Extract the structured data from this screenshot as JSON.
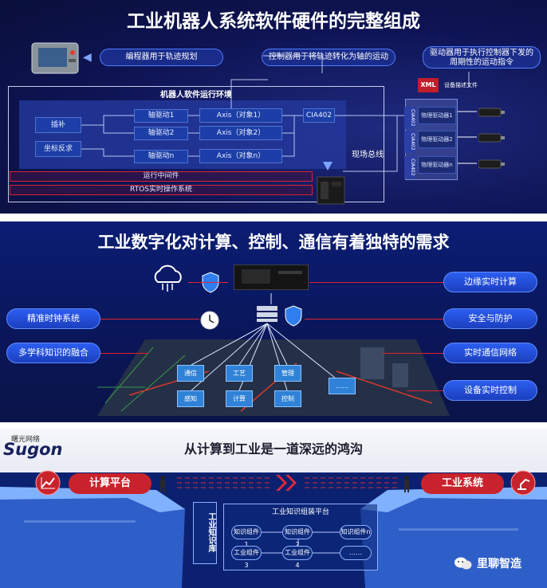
{
  "panel1": {
    "title": "工业机器人系统软件硬件的完整组成",
    "bubble_programmer": "编程器用于轨迹规划",
    "bubble_controller": "控制器用于将轨迹转化为轴的运动",
    "bubble_driver_line1": "驱动器用于执行控制器下发的",
    "bubble_driver_line2": "周期性的运动指令",
    "env_title": "机器人软件运行环境",
    "interp": "插补",
    "coord": "坐标反求",
    "axis_drivers": [
      "轴驱动1",
      "轴驱动2",
      "轴驱动n"
    ],
    "axis_objects": [
      "Axis（对象1）",
      "Axis（对象2）",
      "Axis（对象n）"
    ],
    "cia402": "CIA402",
    "fieldbus": "现场总线",
    "xml": "XML",
    "device_desc": "设备描述文件",
    "cia_tags": [
      "CIA402",
      "CIA402",
      "CIA402"
    ],
    "phys_drivers": [
      "物理驱动器1",
      "物理驱动器2",
      "物理驱动器n"
    ],
    "middleware": "运行中间件",
    "rtos": "RTOS实时操作系统"
  },
  "panel2": {
    "title": "工业数字化对计算、控制、通信有着独特的需求",
    "left_pills": [
      "精准时钟系统",
      "多学科知识的融合"
    ],
    "right_pills": [
      "边缘实时计算",
      "安全与防护",
      "实时通信网络",
      "设备实时控制"
    ],
    "cubes": [
      "通信",
      "工艺",
      "管理",
      "感知",
      "计算",
      "控制",
      "……"
    ]
  },
  "panel3": {
    "logo_cn": "曙光网络",
    "logo_en": "Sugon",
    "title": "从计算到工业是一道深远的鸿沟",
    "left_label": "计算平台",
    "right_label": "工业系统",
    "lib_label": "工业知识库",
    "platform_title": "工业知识组装平台",
    "components": [
      "知识组件1",
      "知识组件2",
      "知识组件n",
      "工业组件3",
      "工业组件4",
      "……"
    ],
    "watermark": "里聊智造"
  },
  "colors": {
    "accent_blue": "#2c5ef0",
    "red_line": "#e0232e",
    "dark_navy": "#0a1448"
  },
  "icons": [
    "controller-device-icon",
    "robot-drive-box-icon",
    "cloud-icon",
    "shield-icon",
    "clock-icon",
    "server-rack-icon",
    "chart-trend-icon",
    "robot-arm-icon",
    "wechat-icon",
    "person-icon"
  ]
}
